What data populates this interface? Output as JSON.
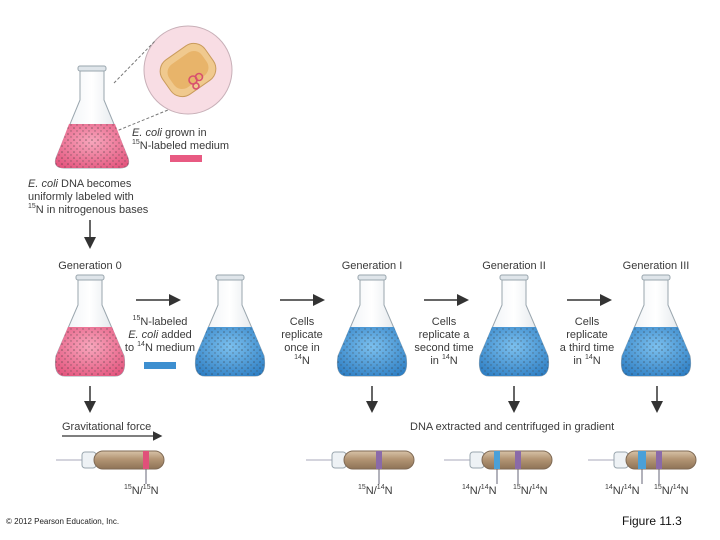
{
  "top": {
    "ecoli_grown": [
      "E. coli",
      " grown in"
    ],
    "medium_line": [
      "15",
      "N-labeled medium"
    ],
    "dna_labeled": [
      "E. coli",
      " DNA becomes",
      "uniformly labeled with",
      "15",
      "N in nitrogenous bases"
    ]
  },
  "generations": {
    "gen0": "Generation 0",
    "gen1": "Generation I",
    "gen2": "Generation II",
    "gen3": "Generation III"
  },
  "steps": {
    "step1": [
      "15",
      "N-labeled",
      "E. coli",
      " added",
      "to ",
      "14",
      "N medium"
    ],
    "step2": [
      "Cells",
      "replicate",
      "once in",
      "14",
      "N"
    ],
    "step3": [
      "Cells",
      "replicate a",
      "second time",
      "in ",
      "14",
      "N"
    ],
    "step4": [
      "Cells",
      "replicate",
      "a third time",
      "in ",
      "14",
      "N"
    ]
  },
  "labels": {
    "gravity": "Gravitational force",
    "dna_extracted": "DNA extracted and centrifuged in gradient"
  },
  "bands": {
    "tube0": [
      "15",
      "N/",
      "15",
      "N"
    ],
    "tube1": [
      "15",
      "N/",
      "14",
      "N"
    ],
    "tube2a": [
      "14",
      "N/",
      "14",
      "N"
    ],
    "tube2b": [
      "15",
      "N/",
      "14",
      "N"
    ],
    "tube3a": [
      "14",
      "N/",
      "14",
      "N"
    ],
    "tube3b": [
      "15",
      "N/",
      "14",
      "N"
    ]
  },
  "footer": {
    "copyright": "© 2012 Pearson Education, Inc.",
    "figure": "Figure 11.3"
  },
  "colors": {
    "pink_medium": "#e85a82",
    "blue_medium": "#3d8fd0",
    "heavy_band": "#e0507a",
    "light_band": "#4aa0d8",
    "hybrid_band": "#8a6aa8"
  }
}
